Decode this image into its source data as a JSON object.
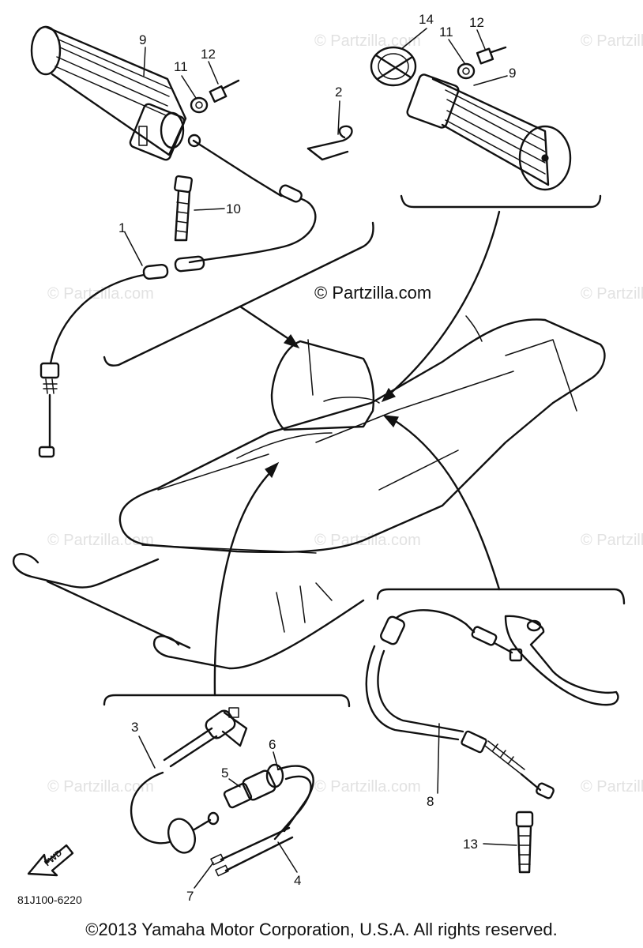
{
  "callouts": {
    "c1": "1",
    "c2": "2",
    "c3": "3",
    "c4": "4",
    "c5": "5",
    "c6": "6",
    "c7": "7",
    "c8": "8",
    "c9_left": "9",
    "c9_right": "9",
    "c10": "10",
    "c11_left": "11",
    "c11_right": "11",
    "c12_left": "12",
    "c12_right": "12",
    "c13": "13",
    "c14": "14"
  },
  "watermark": {
    "center": "© Partzilla.com",
    "faint": "© Partzilla.com"
  },
  "fwd_label": "FWD",
  "diagram_code": "81J100-6220",
  "copyright": "©2013  Yamaha Motor Corporation, U.S.A. All rights reserved."
}
